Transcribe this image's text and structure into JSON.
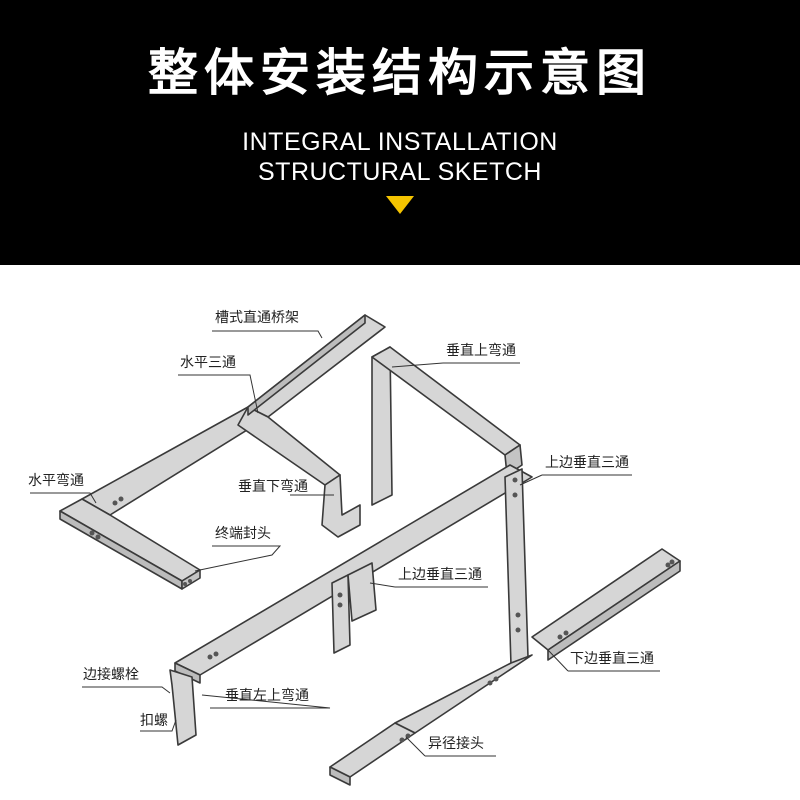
{
  "header": {
    "title_cn": "整体安装结构示意图",
    "title_en_line1": "INTEGRAL INSTALLATION",
    "title_en_line2": "STRUCTURAL SKETCH",
    "accent_color": "#f5c400",
    "background_color": "#000000"
  },
  "labels": {
    "straight_tray": "槽式直通桥架",
    "horizontal_tee": "水平三通",
    "vertical_up_bend": "垂直上弯通",
    "horizontal_bend": "水平弯通",
    "upper_vertical_tee_1": "上边垂直三通",
    "vertical_down_bend": "垂直下弯通",
    "end_cap": "终端封头",
    "upper_vertical_tee_2": "上边垂直三通",
    "lower_vertical_tee": "下边垂直三通",
    "edge_bolt": "边接螺栓",
    "vertical_left_up_bend": "垂直左上弯通",
    "clip_nut": "扣螺",
    "reducer_joint": "异径接头"
  }
}
